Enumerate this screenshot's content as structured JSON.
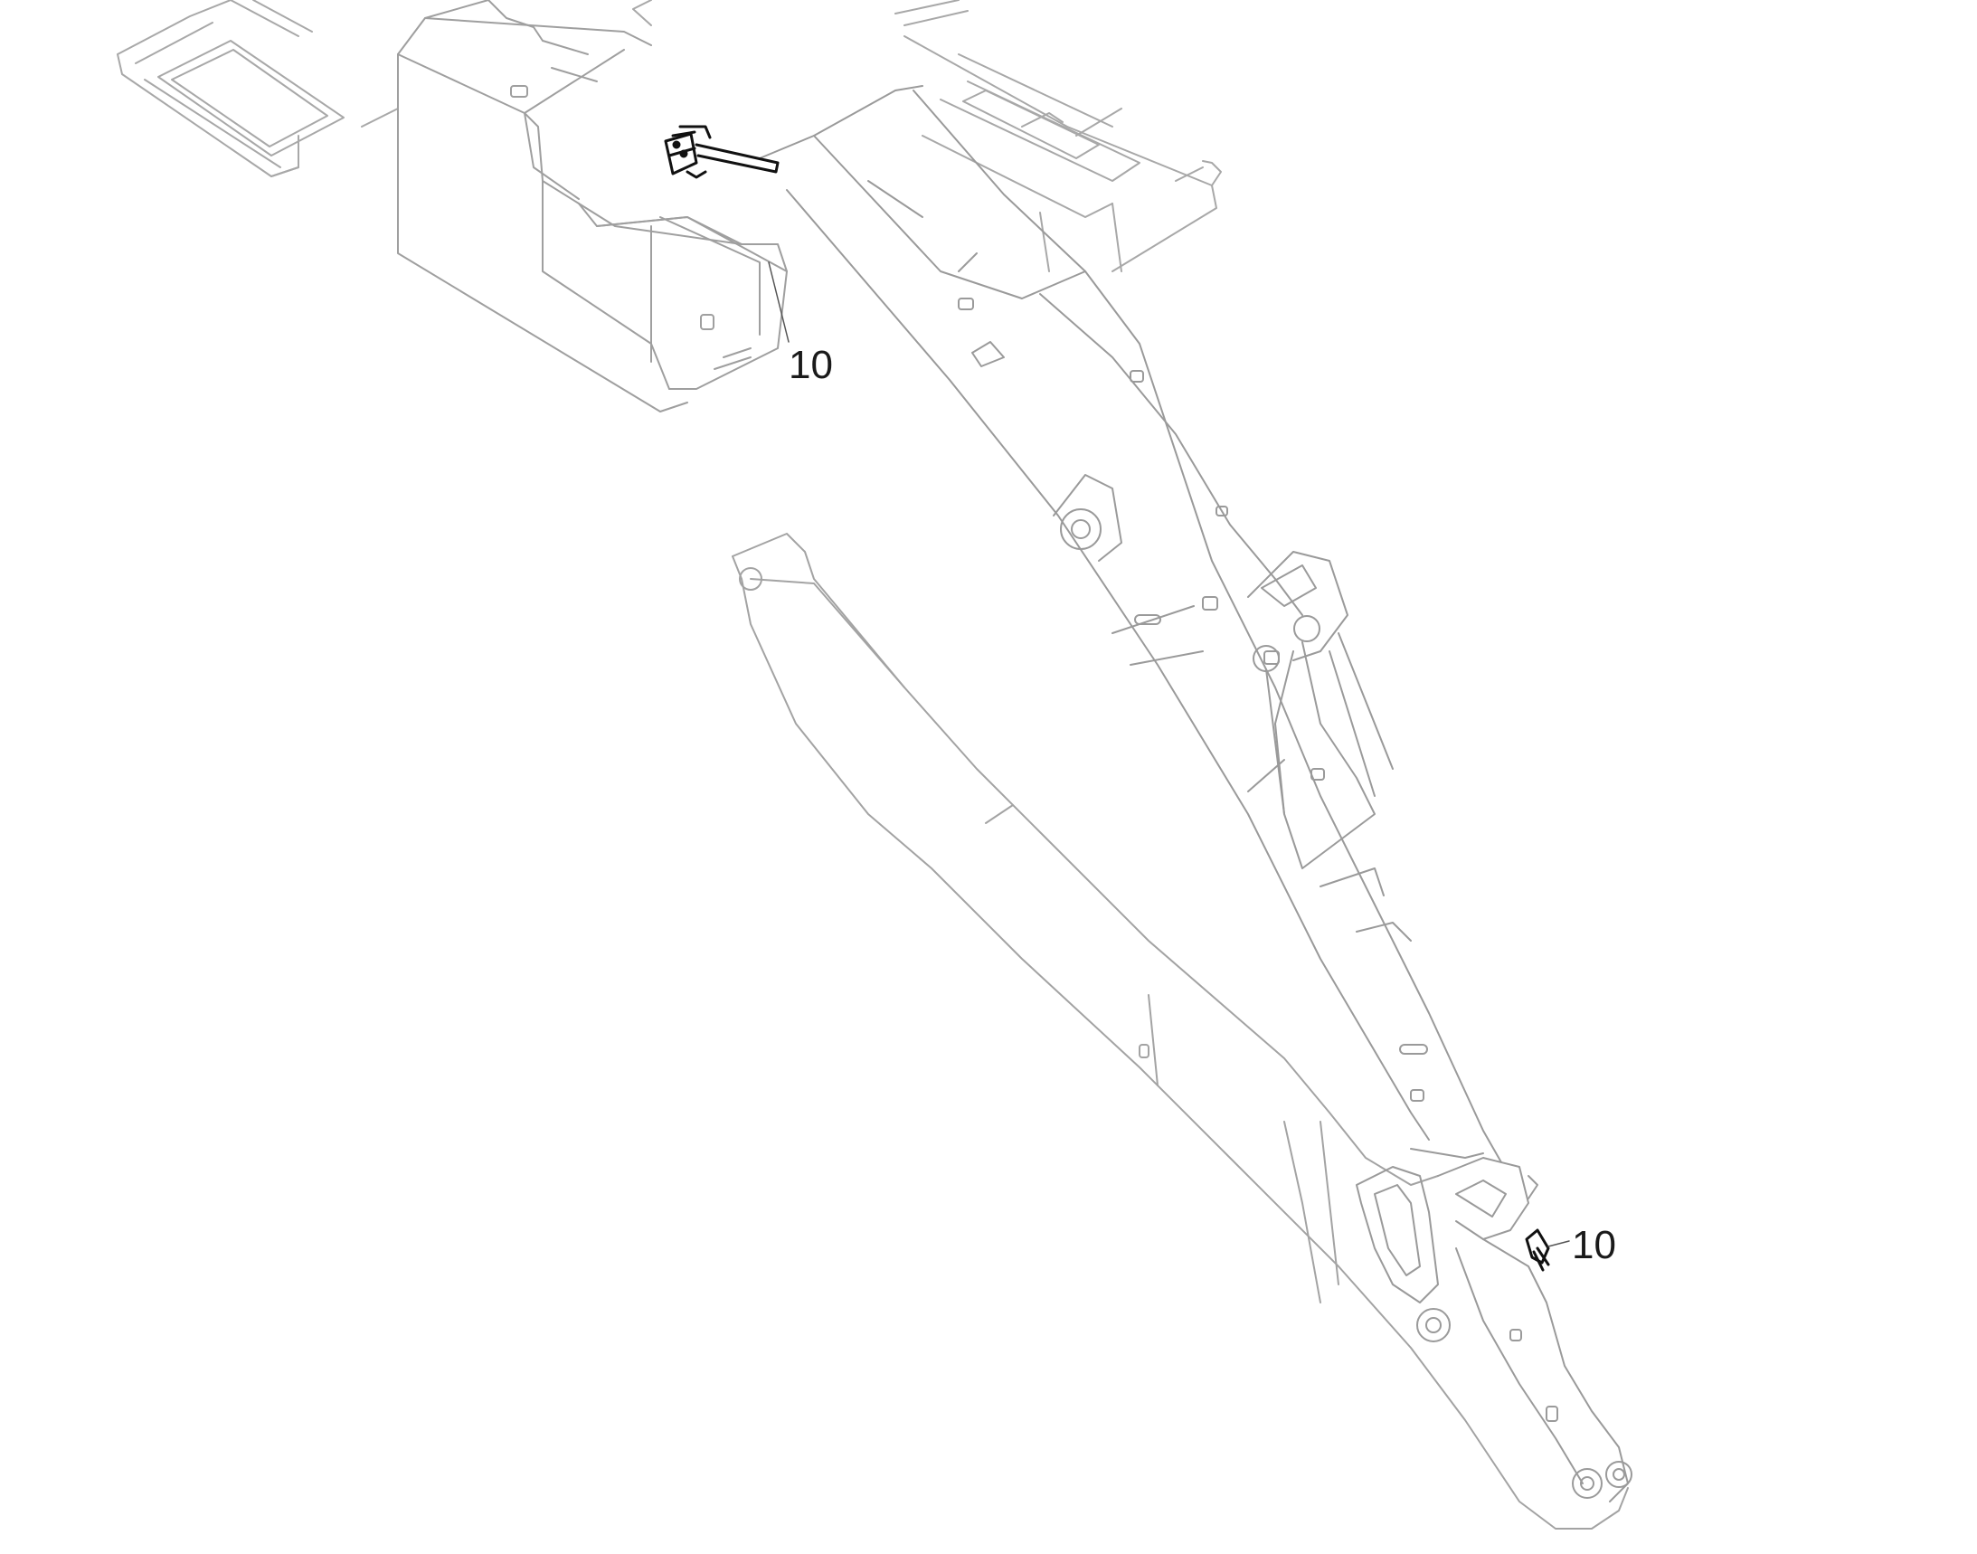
{
  "diagram": {
    "callouts": [
      {
        "id": "callout-upper",
        "text": "10"
      },
      {
        "id": "callout-lower",
        "text": "10"
      }
    ],
    "colors": {
      "background": "#ffffff",
      "outline": "#9a9a9a",
      "outline_light": "#b8b8b8",
      "highlight_part": "#1a1a1a"
    },
    "parts": [
      "chassis-frame",
      "counterweight-housing",
      "boom-arm",
      "dipper-arm",
      "hydraulic-cylinder",
      "connector-upper",
      "connector-lower"
    ]
  }
}
